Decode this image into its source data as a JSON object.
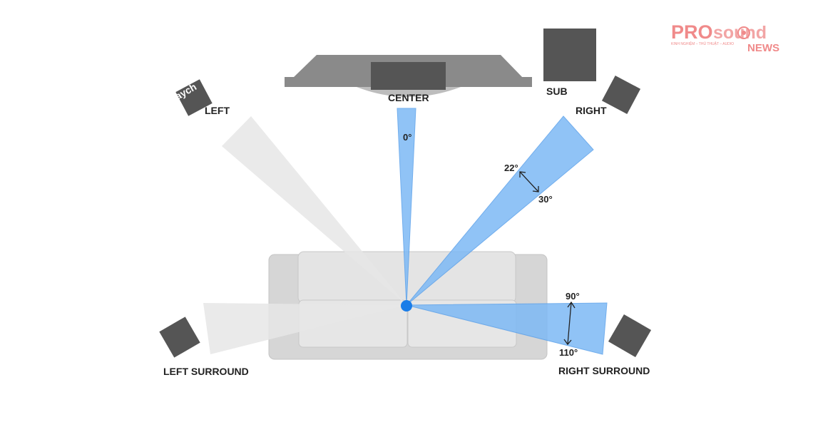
{
  "labels": {
    "center": "CENTER",
    "sub": "SUB",
    "left": "LEFT",
    "right": "RIGHT",
    "left_surround": "LEFT SURROUND",
    "right_surround": "RIGHT SURROUND",
    "fragment": "aych"
  },
  "angles": {
    "center": "0°",
    "front_min": "22°",
    "front_max": "30°",
    "surround_min": "90°",
    "surround_max": "110°"
  },
  "logo": {
    "pro": "PRO",
    "sound": "sound",
    "news": "NEWS",
    "tagline": "KINH NGHIỆM – THỦ THUẬT – AUDIO"
  },
  "colors": {
    "beam_blue": "#7db9f5",
    "beam_blue_stroke": "#5aa0ea",
    "beam_gray": "#e6e6e6",
    "speaker": "#555555",
    "tv": "#8a8a8a",
    "sofa": "#d6d6d6",
    "listener": "#1a7de8",
    "logo_pink": "#f08a8a"
  }
}
